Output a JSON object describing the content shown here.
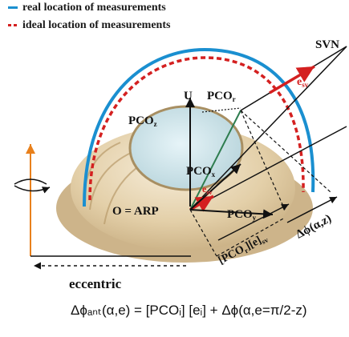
{
  "legend": {
    "real": "real location of measurements",
    "ideal": "ideal location of measurements"
  },
  "labels": {
    "svn": "SVN",
    "esv": "e",
    "esv_sub": "sv",
    "u": "U",
    "pco_top": "PCO",
    "pco_top_sub": "r",
    "pco_z": "PCO",
    "pco_z_sub": "z",
    "pco_x": "PCO",
    "pco_x_sub": "x",
    "e_sv_mid": "e",
    "e_sv_mid_sub": "sv",
    "origin": "O = ARP",
    "pco_y": "PCO",
    "pco_y_sub": "y",
    "delta_phi": "Δϕ(α,z)",
    "proj": "[PCO",
    "proj_mid": "][e]",
    "proj_sub": "sv"
  },
  "eccentric": "eccentric",
  "equation": "Δϕₐₙₜ(α,e) = [PCOᵢ] [eᵢ] + Δϕ(α,e=π/2-z)",
  "colors": {
    "real": "#1a8fd0",
    "ideal": "#d42020",
    "axis_orange": "#e8801c",
    "esv_red": "#d42020",
    "pco_green": "#2e7d4f"
  }
}
